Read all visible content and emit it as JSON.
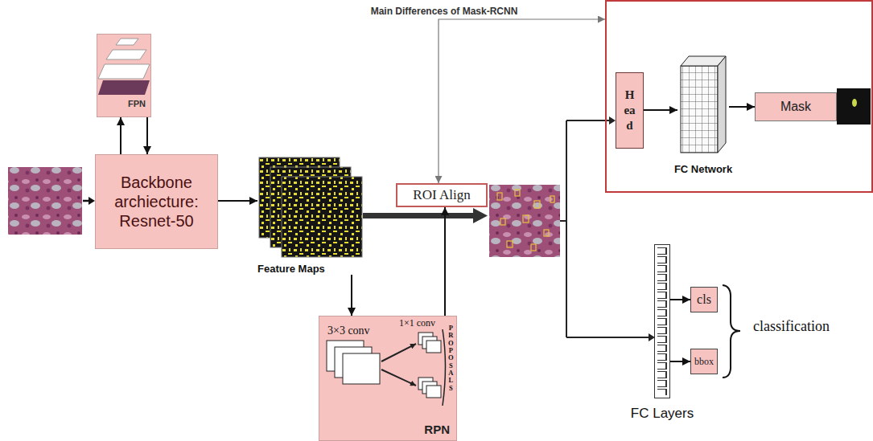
{
  "diagram": {
    "nodes": [
      {
        "text": [
          "FPN"
        ]
      },
      {
        "text": [
          "Backbone archiecture: Resnet-50"
        ]
      },
      {
        "text": [
          "Feature Maps"
        ]
      },
      {
        "text": [
          "ROI Align"
        ]
      },
      {
        "text": [
          "RPN"
        ]
      },
      {
        "text": []
      },
      {
        "text": [
          "Head"
        ],
        "in": 5
      },
      {
        "text": [
          "FC Network"
        ],
        "in": 5
      },
      {
        "text": [
          "Mask"
        ],
        "in": 5
      },
      {
        "text": [
          "FC Layers"
        ]
      },
      {
        "text": [
          "cls"
        ]
      },
      {
        "text": [
          "bbox"
        ]
      }
    ],
    "edges": [
      {
        "from": 1,
        "to": 0,
        "arrow": "to"
      },
      {
        "from": 0,
        "to": 1,
        "arrow": "to"
      },
      {
        "from": 1,
        "to": 2,
        "arrow": "to"
      },
      {
        "from": 2,
        "to": 4,
        "arrow": "to"
      },
      {
        "from": 4,
        "to": 3,
        "arrow": "to"
      },
      {
        "from": 3,
        "to": 5,
        "label": "Main Differences of Mask-RCNN",
        "arrow": "both"
      },
      {
        "from": 6,
        "to": 7,
        "arrow": "to"
      },
      {
        "from": 7,
        "to": 8,
        "arrow": "to"
      },
      {
        "from": 9,
        "to": 10,
        "arrow": "to"
      },
      {
        "from": 9,
        "to": 11,
        "arrow": "to"
      }
    ],
    "labels": [
      "3×3 conv",
      "1×1 conv",
      "PROPOSALS",
      "classification"
    ]
  }
}
